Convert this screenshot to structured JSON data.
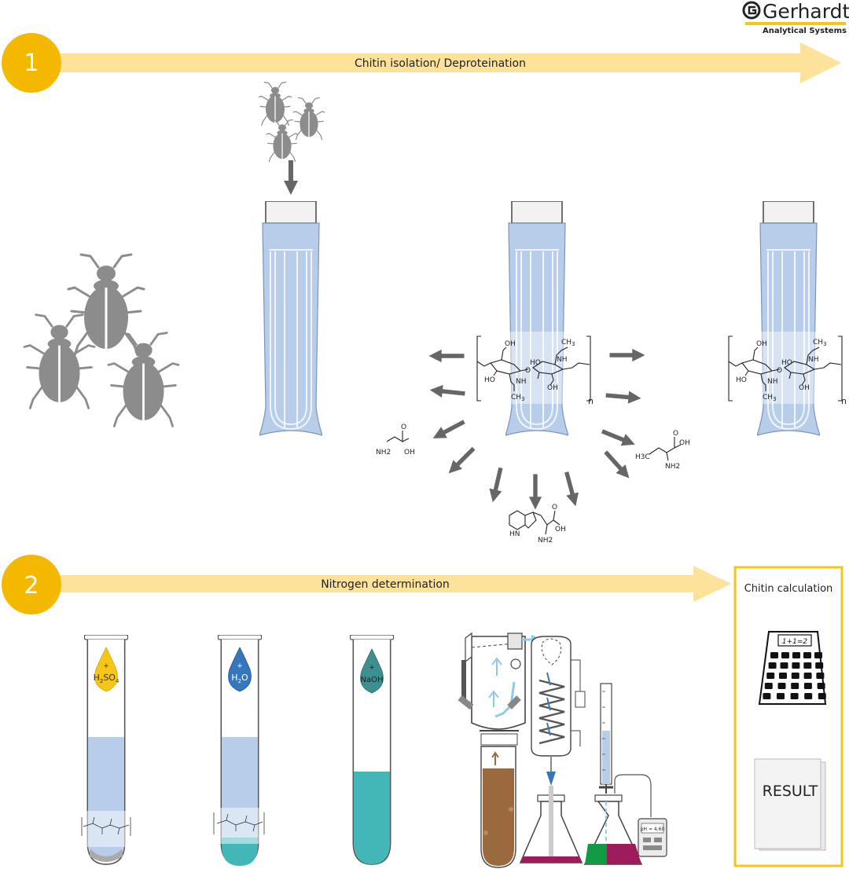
{
  "brand": {
    "name": "Gerhardt",
    "tagline": "Analytical Systems",
    "accent_color": "#f5c518"
  },
  "colors": {
    "arrow_band": "#fde29a",
    "step_circle": "#f5b800",
    "bug_gray": "#8c8c8c",
    "liquid_blue": "#b7cdea",
    "teal": "#43b7b7",
    "brown": "#9a6a3e",
    "magenta": "#9e1b5c",
    "green": "#129a45"
  },
  "step1": {
    "number": "1",
    "title": "Chitin isolation/ Deproteination"
  },
  "step2": {
    "number": "2",
    "title": "Nitrogen determination"
  },
  "chitin_structure": {
    "subscript": "n",
    "labels": [
      "OH",
      "HO",
      "HO",
      "OH",
      "NH",
      "NH",
      "O",
      "O",
      "CH3",
      "CH3"
    ]
  },
  "amino_acids": {
    "glycine": [
      "NH2",
      "OH",
      "O"
    ],
    "alanine": [
      "H3C",
      "NH2",
      "OH",
      "O"
    ],
    "tryptophan": [
      "HN",
      "NH2",
      "OH",
      "O"
    ]
  },
  "reagents": {
    "acid": {
      "base": "H",
      "sub1": "2",
      "mid": "SO",
      "sub2": "4",
      "plus": "+"
    },
    "water": {
      "base": "H",
      "sub1": "2",
      "mid": "O",
      "plus": "+"
    },
    "base": {
      "label": "NaOH",
      "plus": "+"
    }
  },
  "titration": {
    "ph_display": "pH = 4,60"
  },
  "calculation": {
    "title": "Chitin calculation",
    "calculator_display": "1+1=2",
    "result_label": "RESULT"
  }
}
